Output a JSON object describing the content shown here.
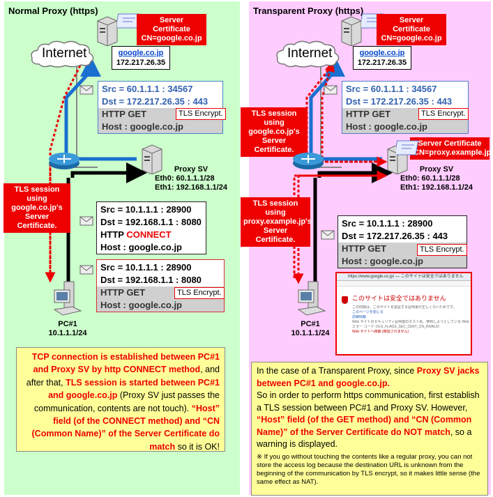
{
  "left": {
    "title": "Normal Proxy (https)",
    "cloud_label": "Internet",
    "server_cert": [
      "Server Certificate",
      "CN=google.co.jp"
    ],
    "google_host": {
      "name": "google.co.jp",
      "ip": "172.217.26.35"
    },
    "proxy": {
      "title": "Proxy SV",
      "eth0": "Eth0: 60.1.1.1/28",
      "eth1": "Eth1: 192.168.1.1/24"
    },
    "pc": {
      "name": "PC#1",
      "ip": "10.1.1.1/24"
    },
    "tls_label": [
      "TLS session using",
      "google.co.jp's",
      "Server Certificate."
    ],
    "packet1": {
      "src": "Src = 60.1.1.1  : 34567",
      "dst": "Dst = 172.217.26.35  : 443",
      "method": "HTTP GET",
      "host": "Host : google.co.jp",
      "tls": "TLS Encrypt."
    },
    "packet2": {
      "src": "Src = 10.1.1.1  : 28900",
      "dst": "Dst = 192.168.1.1  : 8080",
      "method_prefix": "HTTP ",
      "method_hl": "CONNECT",
      "host": "Host : google.co.jp"
    },
    "packet3": {
      "src": "Src = 10.1.1.1  : 28900",
      "dst": "Dst = 192.168.1.1  : 8080",
      "method": "HTTP GET",
      "host": "Host : google.co.jp",
      "tls": "TLS Encrypt."
    },
    "note": {
      "p1": "TCP connection is established between PC#1 and Proxy SV by http CONNECT method",
      "p2": ", and after that, ",
      "p3": "TLS session is started between PC#1 and google.co.jp",
      "p4": " (Proxy SV just passes the communication, contents are not touch).",
      "p5": "“Host” field (of the CONNECT method) and “CN (Common Name)” of the Server Certificate do match",
      "p6": " so it is OK!"
    }
  },
  "right": {
    "title": "Transparent Proxy (https)",
    "cloud_label": "Internet",
    "server_cert": [
      "Server Certificate",
      "CN=google.co.jp"
    ],
    "google_host": {
      "name": "google.co.jp",
      "ip": "172.217.26.35"
    },
    "proxy_cert": [
      "Server Certificate",
      "CN=proxy.example.jp"
    ],
    "proxy": {
      "title": "Proxy SV",
      "eth0": "Eth0: 60.1.1.1/28",
      "eth1": "Eth1: 192.168.1.1/24"
    },
    "pc": {
      "name": "PC#1",
      "ip": "10.1.1.1/24"
    },
    "tls_label1": [
      "TLS session using",
      "google.co.jp's",
      "Server Certificate."
    ],
    "tls_label2": [
      "TLS session using",
      "proxy.example.jp's",
      "Server Certificate."
    ],
    "packet1": {
      "src": "Src = 60.1.1.1  : 34567",
      "dst": "Dst = 172.217.26.35  : 443",
      "method": "HTTP GET",
      "host": "Host : google.co.jp",
      "tls": "TLS Encrypt."
    },
    "packet2": {
      "src": "Src = 10.1.1.1  : 28900",
      "dst": "Dst = 172.217.26.35  : 443",
      "method": "HTTP GET",
      "host": "Host : google.co.jp",
      "tls": "TLS Encrypt."
    },
    "browser": {
      "url": "https://www.google.co.jp/ — このサイトは安全ではありません",
      "warning_title": "このサイトは安全ではありません",
      "line1": "この問題は、このサイトを認証する証明書が正しくないためです。",
      "line2": "このページを閉じる",
      "line3": "詳細情報",
      "line4": "Web サイトのセキュリティ証明書のホスト名、参照しようとしている Web サイトと異なります。",
      "line5": "エラー コード: DLG_FLAGS_SEC_CERT_CN_INVALID",
      "line6": "Web サイトへ移動 (推奨されません)"
    },
    "note": {
      "a1": "In the case of a Transparent Proxy, since ",
      "a2": "Proxy SV jacks between PC#1 and google.co.jp.",
      "b1": "So in order to perform https communication, first establish a TLS session between PC#1 and Proxy SV. However, ",
      "b2": "“Host” field (of the GET method) and “CN (Common Name)” of the Server Certificate do NOT match",
      "b3": ", so a  warning is displayed.",
      "small": "※ If you go without  touching the contents like a regular proxy, you can not store the access log because the destination URL is unknown from the beginning of the communication by TLS encrypt, so it makes little sense (the same effect as NAT)."
    }
  },
  "colors": {
    "left_bg": "#ccffcc",
    "right_bg": "#ffccff",
    "red": "#ee0000",
    "blue_link": "#1a6fd0",
    "note_bg": "#ffff99"
  },
  "icons": [
    "cloud-icon",
    "server-icon",
    "router-icon",
    "pc-icon",
    "certificate-icon",
    "envelope-icon"
  ]
}
